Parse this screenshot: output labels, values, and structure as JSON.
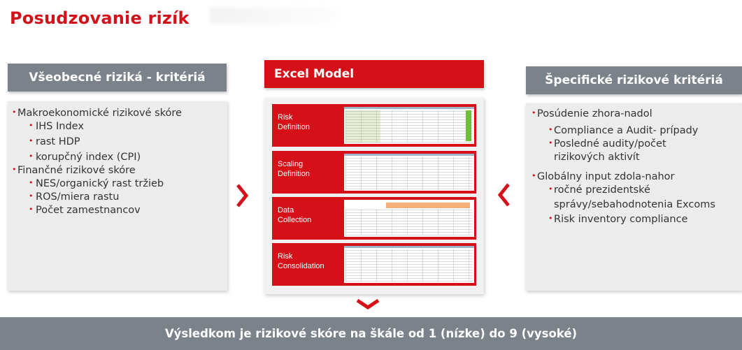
{
  "title": "Posudzovanie rizík",
  "left_panel": {
    "heading": "Všeobecné riziká - kritériá",
    "items": [
      {
        "level": 1,
        "text": "Makroekonomické rizikové skóre"
      },
      {
        "level": 2,
        "text": "IHS Index"
      },
      {
        "level": 2,
        "text": "rast HDP"
      },
      {
        "level": 2,
        "text": "korupčný index (CPI)"
      },
      {
        "level": 1,
        "text": "Finančné rizikové skóre"
      },
      {
        "level": 2,
        "text": "NES/organický rast tržieb"
      },
      {
        "level": 2,
        "text": "ROS/miera rastu"
      },
      {
        "level": 2,
        "text": "Počet zamestnancov"
      }
    ]
  },
  "center_panel": {
    "heading": "Excel Model",
    "steps": [
      {
        "label_line1": "Risk",
        "label_line2": "Definition"
      },
      {
        "label_line1": "Scaling",
        "label_line2": "Definition"
      },
      {
        "label_line1": "Data",
        "label_line2": "Collection"
      },
      {
        "label_line1": "Risk",
        "label_line2": "Consolidation"
      }
    ]
  },
  "right_panel": {
    "heading": "Špecifické rizikové kritériá",
    "items": [
      {
        "level": 1,
        "text": "Posúdenie zhora-nadol"
      },
      {
        "level": 2,
        "text": "Compliance a Audit- prípady"
      },
      {
        "level": 2,
        "text": "Posledné audity/počet"
      },
      {
        "level": 3,
        "text": "rizikových aktivít"
      },
      {
        "level": 1,
        "text": "Globálny input zdola-nahor"
      },
      {
        "level": 2,
        "text": "ročné prezidentské"
      },
      {
        "level": 3,
        "text": "správy/sebahodnotenia Excoms"
      },
      {
        "level": 2,
        "text": "Risk inventory compliance"
      }
    ]
  },
  "bottom_bar": {
    "text": "Výsledkom je rizikové skóre na škále od 1 (nízke) do 9 (vysoké)"
  },
  "colors": {
    "accent_red": "#d51019",
    "panel_gray": "#7c828a",
    "panel_body": "#ececec"
  },
  "icons": {
    "bullet": "red-dot-icon",
    "chevron_left_panel": "chevron-right-icon",
    "chevron_right_panel": "chevron-left-icon",
    "chevron_bottom": "chevron-down-icon"
  }
}
